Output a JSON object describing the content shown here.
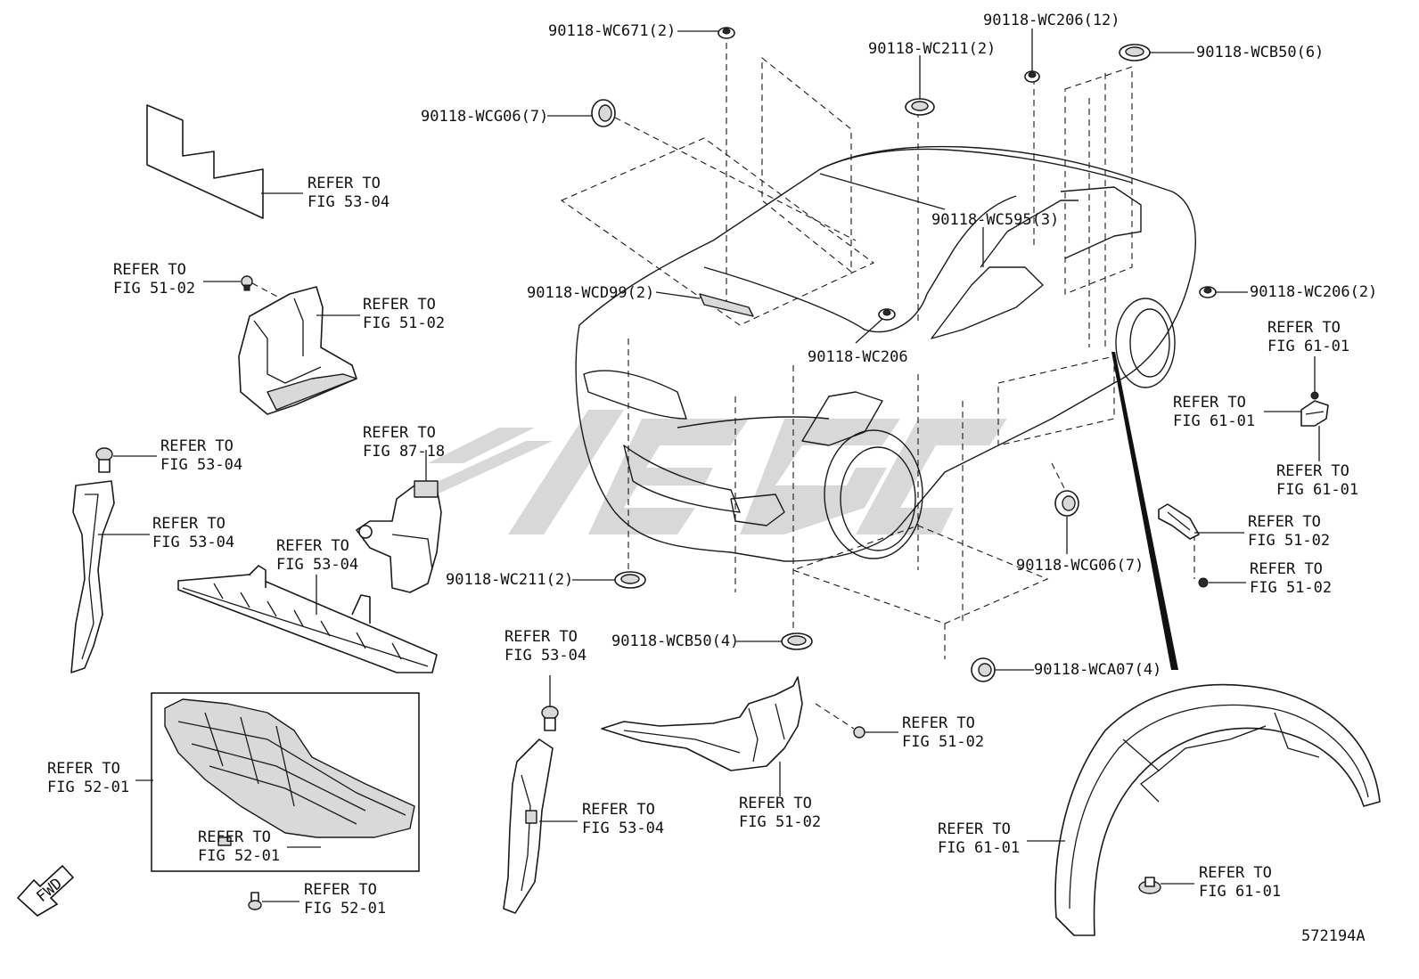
{
  "diagram": {
    "figure_id": "572194A",
    "watermark": "EPC",
    "fwd_label": "FWD",
    "callouts": {
      "wc671": "90118-WC671(2)",
      "wc206_12": "90118-WC206(12)",
      "wc211_top": "90118-WC211(2)",
      "wcb50_6": "90118-WCB50(6)",
      "wcg06_top": "90118-WCG06(7)",
      "wc595": "90118-WC595(3)",
      "wcd99": "90118-WCD99(2)",
      "wc206_2": "90118-WC206(2)",
      "wc206": "90118-WC206",
      "wc211_bottom": "90118-WC211(2)",
      "wcg06_bottom": "90118-WCG06(7)",
      "wcb50_4": "90118-WCB50(4)",
      "wca07": "90118-WCA07(4)"
    },
    "refer": {
      "r5304_pad": [
        "REFER TO",
        "FIG 53-04"
      ],
      "r5102_clip": [
        "REFER TO",
        "FIG 51-02"
      ],
      "r5102_shield": [
        "REFER TO",
        "FIG 51-02"
      ],
      "r5304_clip": [
        "REFER TO",
        "FIG 53-04"
      ],
      "r8718": [
        "REFER TO",
        "FIG 87-18"
      ],
      "r5304_bracket": [
        "REFER TO",
        "FIG 53-04"
      ],
      "r5304_rail": [
        "REFER TO",
        "FIG 53-04"
      ],
      "r6101_top": [
        "REFER TO",
        "FIG 61-01"
      ],
      "r6101_mid": [
        "REFER TO",
        "FIG 61-01"
      ],
      "r6101_low": [
        "REFER TO",
        "FIG 61-01"
      ],
      "r5102_rbracket": [
        "REFER TO",
        "FIG 51-02"
      ],
      "r5102_rclip": [
        "REFER TO",
        "FIG 51-02"
      ],
      "r5201_cover": [
        "REFER TO",
        "FIG 52-01"
      ],
      "r5201_nut": [
        "REFER TO",
        "FIG 52-01"
      ],
      "r5201_bolt": [
        "REFER TO",
        "FIG 52-01"
      ],
      "r5304_lower": [
        "REFER TO",
        "FIG 53-04"
      ],
      "r5304_lower_bracket": [
        "REFER TO",
        "FIG 53-04"
      ],
      "r5102_center_clip": [
        "REFER TO",
        "FIG 51-02"
      ],
      "r5102_center": [
        "REFER TO",
        "FIG 51-02"
      ],
      "r6101_liner": [
        "REFER TO",
        "FIG 61-01"
      ],
      "r6101_clip": [
        "REFER TO",
        "FIG 61-01"
      ]
    }
  }
}
